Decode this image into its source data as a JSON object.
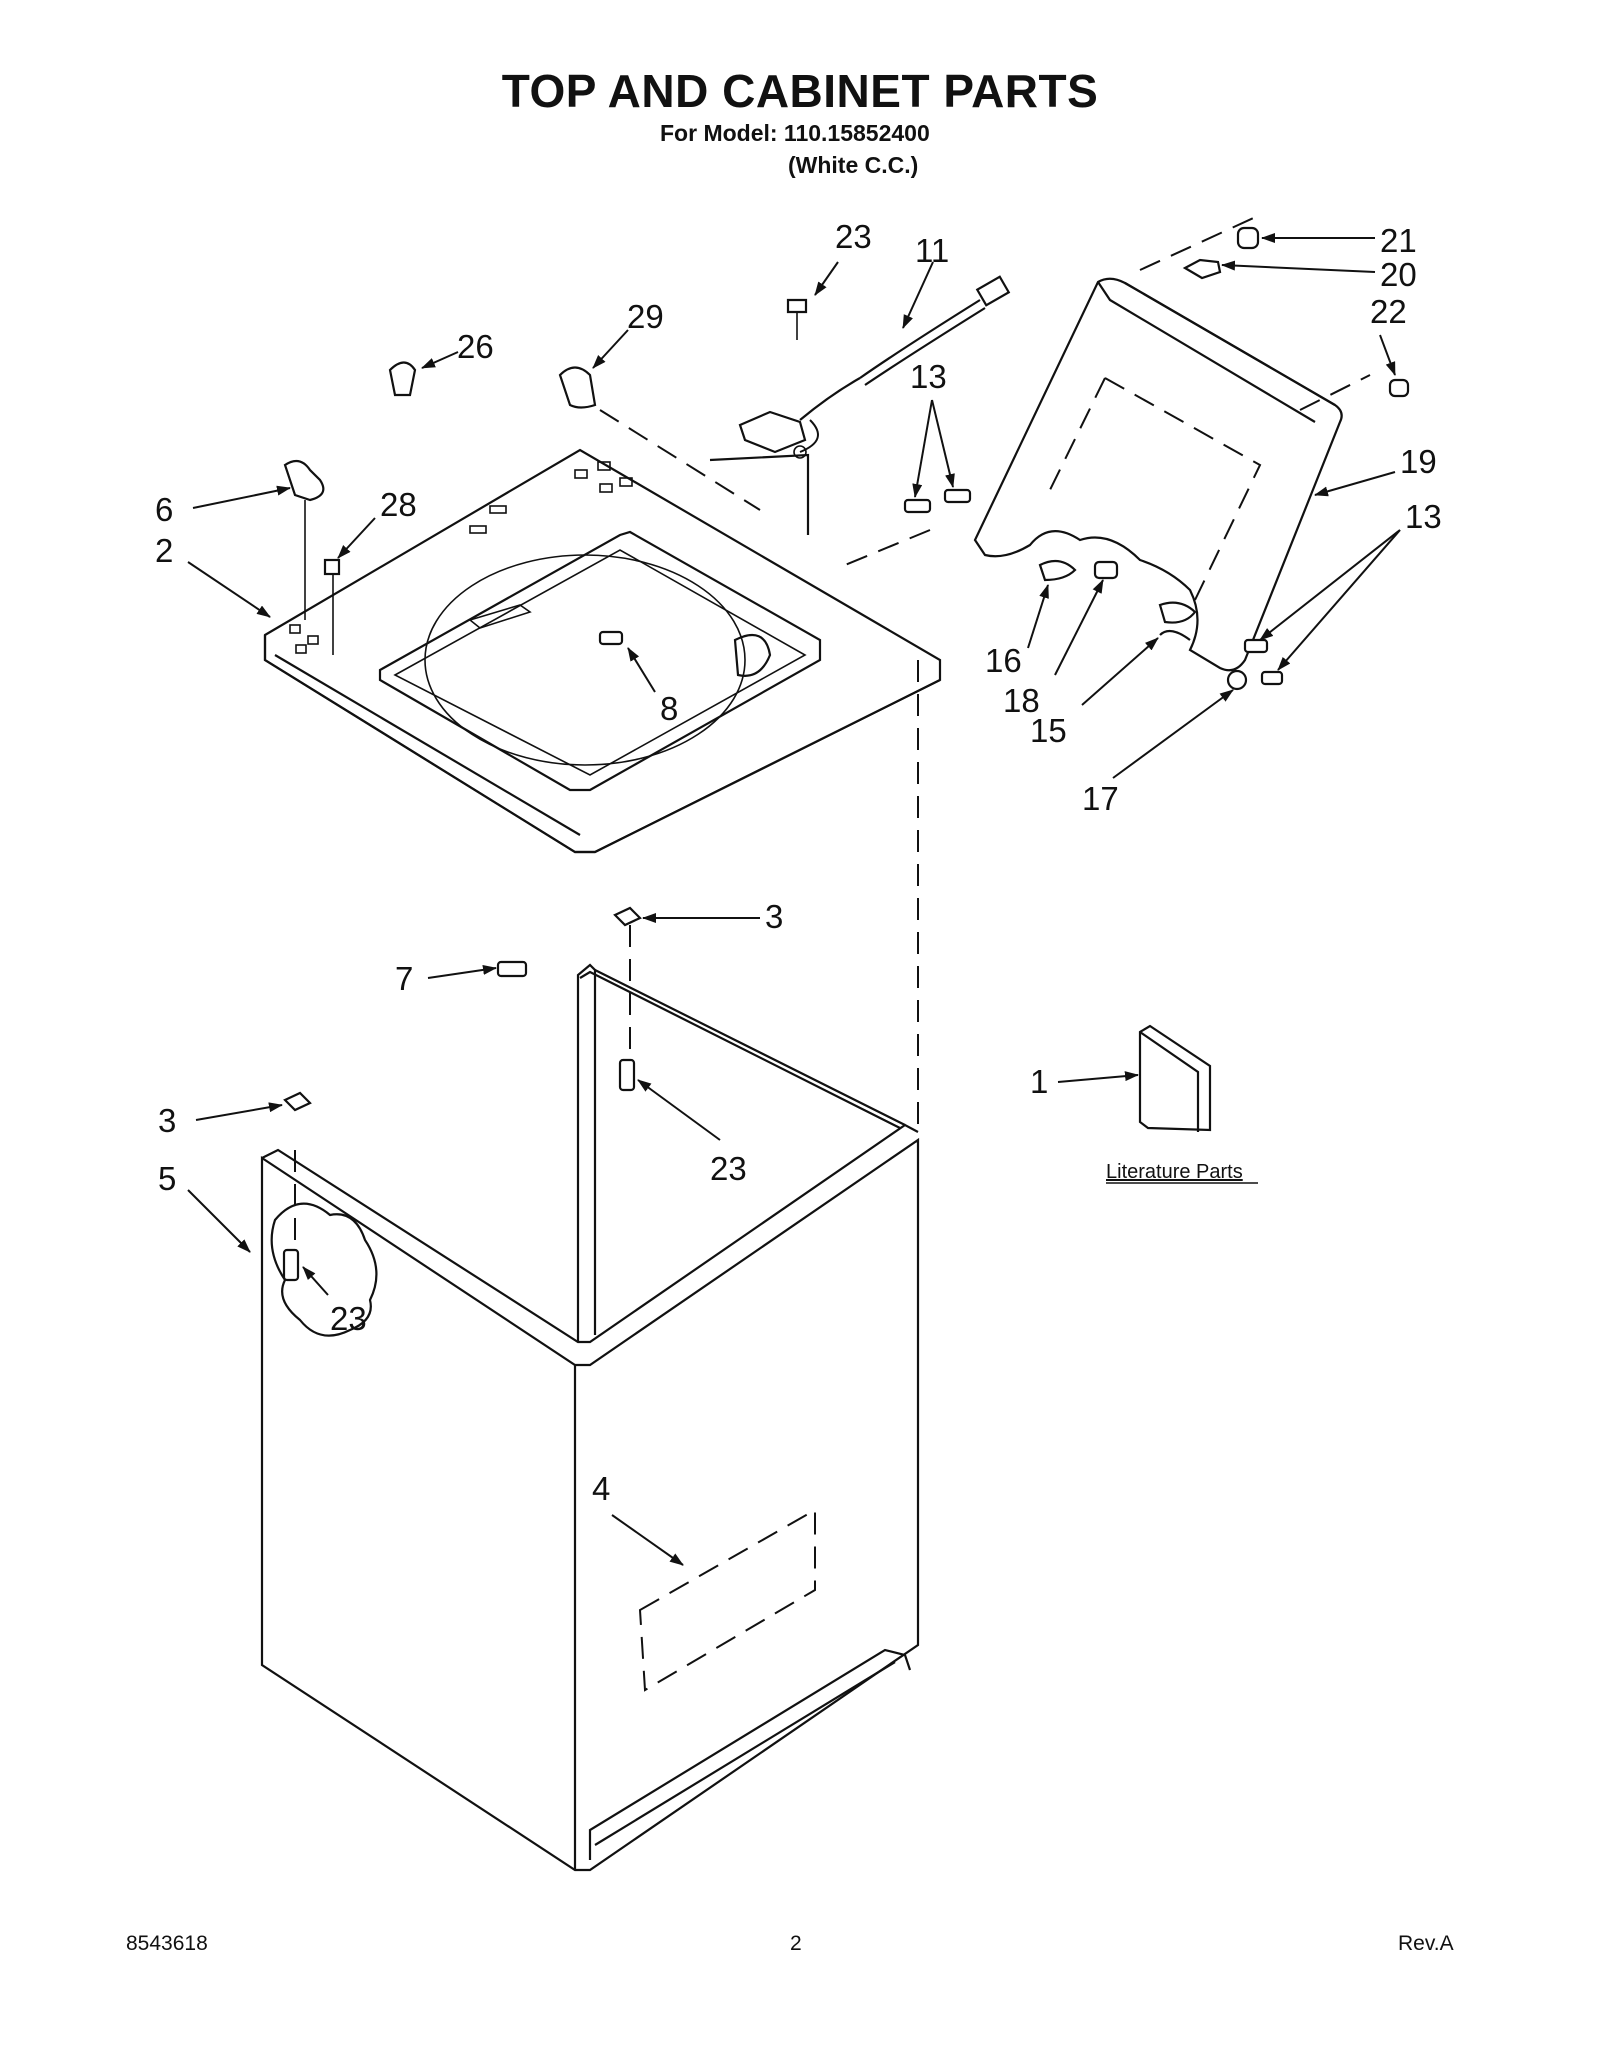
{
  "header": {
    "title": "TOP AND CABINET PARTS",
    "model_line": "For Model: 110.15852400",
    "color_line": "(White C.C.)"
  },
  "callouts": {
    "c21": "21",
    "c20": "20",
    "c22": "22",
    "c19": "19",
    "c23_top": "23",
    "c11": "11",
    "c29": "29",
    "c26": "26",
    "c13_upper": "13",
    "c13_right": "13",
    "c6": "6",
    "c28": "28",
    "c2": "2",
    "c8": "8",
    "c16": "16",
    "c18": "18",
    "c15": "15",
    "c17": "17",
    "c3_upper": "3",
    "c7": "7",
    "c23_mid": "23",
    "c3_lower": "3",
    "c5": "5",
    "c23_lower": "23",
    "c1": "1",
    "c4": "4"
  },
  "literature": {
    "label": "Literature Parts"
  },
  "footer": {
    "doc_number": "8543618",
    "page_number": "2",
    "revision": "Rev.A"
  }
}
